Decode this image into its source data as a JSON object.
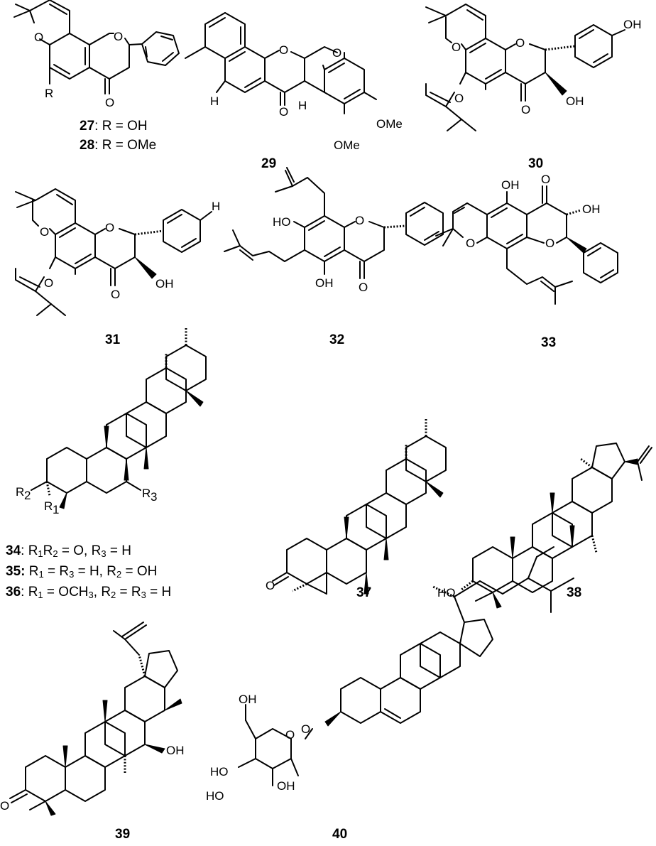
{
  "compounds": [
    {
      "id": "27",
      "caption_rest": ": R = OH"
    },
    {
      "id": "28",
      "caption_rest": ": R = OMe"
    },
    {
      "id": "29"
    },
    {
      "id": "30"
    },
    {
      "id": "31"
    },
    {
      "id": "32"
    },
    {
      "id": "33"
    },
    {
      "id": "34"
    },
    {
      "id": "35"
    },
    {
      "id": "36"
    },
    {
      "id": "37"
    },
    {
      "id": "38"
    },
    {
      "id": "39"
    },
    {
      "id": "40"
    }
  ],
  "captions": {
    "c34": {
      "sep": ": R",
      "s1": "1",
      "mid1": "R",
      "s2": "2",
      "tail": " = O, R",
      "s3": "3",
      "end": " = H"
    },
    "c35": {
      "sep": ": R",
      "s1": "1",
      "mid1": " = R",
      "s2": "3",
      "mid2": " = H, R",
      "s3": "2",
      "end": " = OH"
    },
    "c36": {
      "sep": ": R",
      "s1": "1",
      "mid1": " = OCH",
      "s2": "3",
      "mid2": ", R",
      "s3": "2",
      "mid3": " = R",
      "s4": "3",
      "end": " = H"
    }
  },
  "atom_labels": {
    "O": "O",
    "R": "R",
    "H": "H",
    "OH": "OH",
    "HO": "HO",
    "OMe": "OMe",
    "R1": "R",
    "R2": "R",
    "R3": "R",
    "sub1": "1",
    "sub2": "2",
    "sub3": "3"
  }
}
